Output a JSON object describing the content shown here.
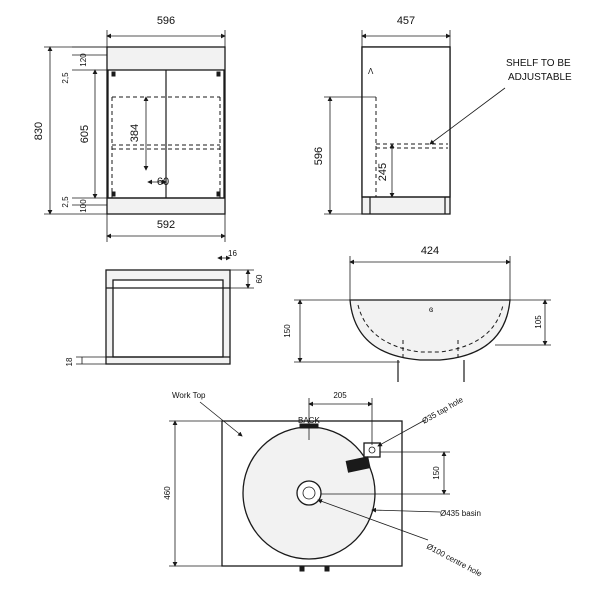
{
  "views": {
    "front": {
      "width_top": "596",
      "width_bottom": "592",
      "height_total": "830",
      "height_carcass": "605",
      "top_rail_gap": "2,5",
      "top_rail": "120",
      "shelf_height": "384",
      "handle_gap": "60",
      "bottom_gap": "2,5",
      "plinth": "100"
    },
    "side": {
      "depth": "457",
      "height": "596",
      "shelf_pos": "245",
      "note_line1": "SHELF TO BE",
      "note_line2": "ADJUSTABLE"
    },
    "section": {
      "top_offset": "16",
      "top_depth": "60",
      "bottom_thickness": "18"
    },
    "basin_side": {
      "width": "424",
      "height_total": "150",
      "bowl_depth": "105"
    },
    "plan": {
      "worktop_label": "Work Top",
      "back_label": "BACK",
      "tap_offset": "205",
      "depth": "460",
      "tap_vertical": "150",
      "tap_hole": "Ø35 tap hole",
      "basin_dia": "Ø435 basin",
      "centre_hole": "Ø100 centre hole"
    }
  }
}
